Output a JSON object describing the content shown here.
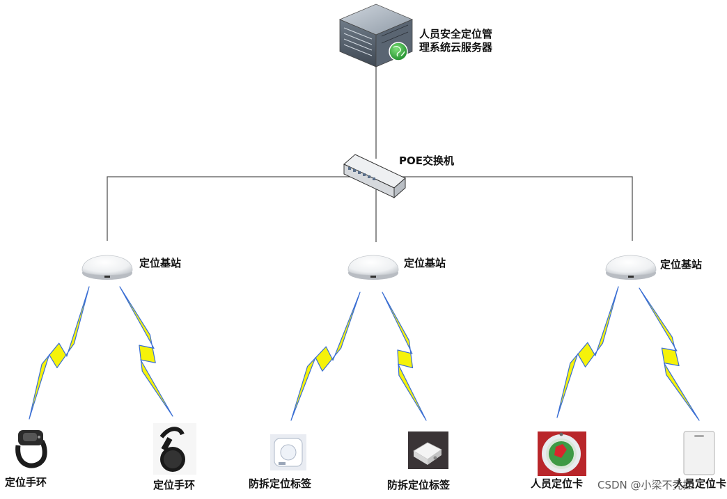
{
  "server": {
    "label_line1": "人员安全定位管",
    "label_line2": "理系统云服务器",
    "icon": "server-globe-icon"
  },
  "switch": {
    "label": "POE交换机",
    "icon": "network-switch-icon"
  },
  "base_stations": [
    {
      "label": "定位基站"
    },
    {
      "label": "定位基站"
    },
    {
      "label": "定位基站"
    }
  ],
  "devices": [
    {
      "label": "定位手环",
      "icon": "wristband-icon"
    },
    {
      "label": "定位手环",
      "icon": "wristband-icon"
    },
    {
      "label": "防拆定位标签",
      "icon": "tamper-tag-icon"
    },
    {
      "label": "防拆定位标签",
      "icon": "tamper-tag-icon"
    },
    {
      "label": "人员定位卡",
      "icon": "badge-card-icon"
    },
    {
      "label": "人员定位卡",
      "icon": "badge-card-icon"
    }
  ],
  "watermark": "CSDN @小梁不秃捏",
  "colors": {
    "line": "#555555",
    "bolt_fill": "#f5f20a",
    "bolt_edge": "#3b6fd4"
  }
}
